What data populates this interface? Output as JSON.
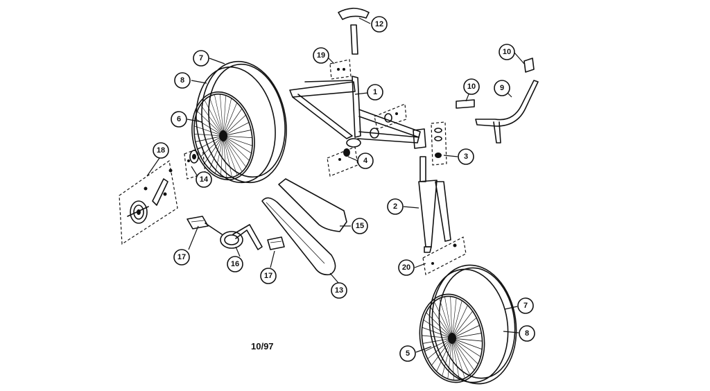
{
  "diagram": {
    "callouts": {
      "frame": "1",
      "fork": "2",
      "headset": "3",
      "bottom_bracket": "4",
      "rear_wheel": "6",
      "front_wheel": "5",
      "rear_tire": "7",
      "rear_tube": "8",
      "front_tire": "7",
      "front_tube": "8",
      "handlebar": "9",
      "grip_upper": "10",
      "grip_lower": "10",
      "seat": "12",
      "chain": "13",
      "rear_hub_parts": "14",
      "chain_guard": "15",
      "crank": "16",
      "pedal_left": "17",
      "pedal_right": "17",
      "training_wheel": "18",
      "seat_clamp": "19",
      "front_axle_hardware": "20"
    },
    "date_code": "10/97"
  }
}
